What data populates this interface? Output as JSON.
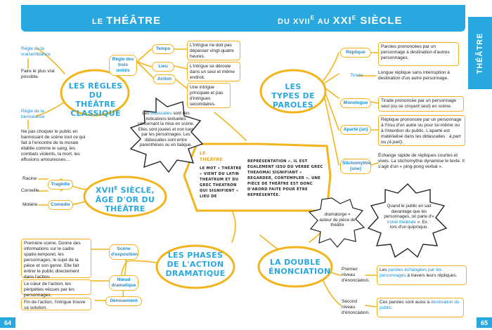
{
  "header": {
    "left_title_a": "LE ",
    "left_title_b": "THÉÂTRE",
    "right_title_a": "DU XVII",
    "right_title_sup1": "E",
    "right_title_b": " AU ",
    "right_title_c": "XXI",
    "right_title_sup2": "E",
    "right_title_d": " SIÈCLE",
    "side_tab": "THÉÂTRE"
  },
  "pages": {
    "left": "64",
    "right": "65"
  },
  "hubs": {
    "regles": "LES RÈGLES DU THÉÂTRE CLASSIQUE",
    "xvii_a": "XVII",
    "xvii_sup": "E",
    "xvii_b": " SIÈCLE, ÂGE D'OR DU THÉÂTRE",
    "phases": "LES PHASES DE L'ACTION DRAMATIQUE",
    "types": "LES TYPES DE PAROLES",
    "double": "LA DOUBLE ÉNONCIATION"
  },
  "regles": {
    "trois_unites": "Règle des trois unités",
    "temps": "Temps",
    "temps_desc": "L'intrigue ne doit pas dépasser vingt-quatre heures.",
    "lieu": "Lieu",
    "lieu_desc": "L'intrigue se déroule dans un seul et même endroit.",
    "action": "Action",
    "action_desc": "Une intrigue principale et pas d'intrigues secondaires.",
    "vraisemblance": "Règle de la vraisemblance",
    "vraisemblance_desc": "Faire le plus vrai possible.",
    "bienseance": "Règle de la bienséance",
    "bienseance_desc": "Ne pas choquer le public en bannissant de scène tout ce qui fait à l'encontre de la morale établie comme le sang, les combats violents, la mort, les effusions amoureuses…"
  },
  "didascalies": {
    "pre": "Les ",
    "word": "didascalies",
    "post": " sont des indications textuelles concernant la mise en scène. Elles sont jouées et non lues par les personnages. Les didascalies sont entre parenthèses ou en italique."
  },
  "xvii": {
    "racine": "Racine",
    "corneille": "Corneille",
    "moliere": "Molière",
    "tragedie": "Tragédie",
    "comedie": "Comédie"
  },
  "center": {
    "title1": "LE",
    "title2": "THÉÂTRE",
    "col1": "LE MOT « THÉÂTRE » VIENT DU LATIN THEATRUM ET DU GREC THEATRON QUI SIGNIFIENT « LIEU DE",
    "col2": "REPRÉSENTATION ». IL EST ÉGALEMENT ISSU DU VERBE GREC THEAOMAI SIGNIFIANT « REGARDER, CONTEMPLER ». UNE PIÈCE DE THÉÂTRE EST DONC D'ABORD FAITE POUR ÊTRE REPRÉSENTÉE."
  },
  "phases": {
    "exposition": "Scène d'exposition",
    "exposition_desc": "Première scène. Donne des informations sur le cadre spatio-temporel, les personnages, le sujet de la pièce et son genre. Elle fait entrer le public directement dans l'action.",
    "noeud": "Nœud dramatique",
    "noeud_desc": "Le cœur de l'action, les péripéties vécues par les personnages.",
    "denouement": "Dénouement",
    "denouement_desc": "Fin de l'action, l'intrigue trouve sa solution."
  },
  "types": {
    "replique": "Réplique",
    "replique_desc": "Paroles prononcées par un personnage à destination d'autres personnages.",
    "tirade": "Tirade",
    "tirade_desc": "Longue réplique sans interruption à destination d'un autre personnage.",
    "monologue": "Monologue",
    "monologue_desc": "Tirade prononcée par un personnage seul (ou se croyant seul) en scène.",
    "aparte": "Aparté (un)",
    "aparte_desc_a": "Réplique prononcée par un personnage à l'insu d'un autre ou pour lui-même ou à l'intention du public. L'aparté est matérialisé dans les didascalies : ",
    "aparte_desc_em1": "à part",
    "aparte_desc_b": " ou ",
    "aparte_desc_em2": "(à part)",
    "aparte_desc_c": ".",
    "stichomythie": "Stichomythie (une)",
    "stichomythie_desc": "Échange rapide de répliques courtes et vives. La stichomythie dynamise le texte. Il s'agit d'un « ping-pong verbal »."
  },
  "dramaturge": "dramaturge = auteur de pièce de théâtre",
  "ironie": {
    "pre": "Quand le public en sait davantage que les personnages, on parle d'« ",
    "word": "ironie théâtrale",
    "post": " ». Ex. : lors d'un quiproquo."
  },
  "double": {
    "premier": "Premier niveau d'énonciation.",
    "premier_desc_a": "Les ",
    "premier_desc_b": "paroles échangées par les personnages",
    "premier_desc_c": " à travers leurs répliques.",
    "second": "Second niveau d'énonciation.",
    "second_desc_a": "Ces paroles sont aussi à ",
    "second_desc_b": "destination du public",
    "second_desc_c": "."
  },
  "colors": {
    "accent": "#29a8df",
    "line": "#f3b41b",
    "link": "#1a8ccc"
  }
}
